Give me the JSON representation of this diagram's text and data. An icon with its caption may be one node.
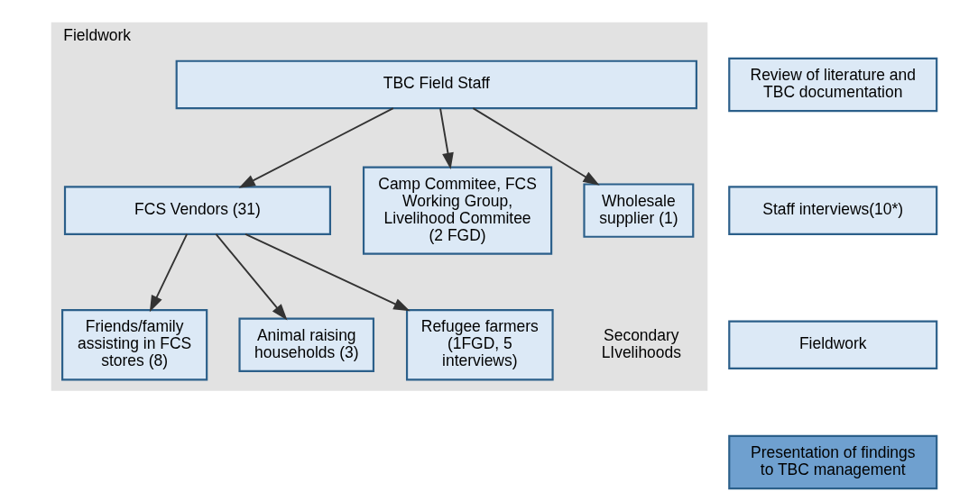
{
  "diagram": {
    "nodes": [
      {
        "text": [
          "Fieldwork"
        ]
      },
      {
        "text": [
          "TBC Field Staff"
        ],
        "in": 0
      },
      {
        "text": [
          "FCS Vendors (31)"
        ],
        "in": 0
      },
      {
        "text": [
          "Camp Commitee, FCS Working Group, Livelihood Commitee (2 FGD)"
        ],
        "in": 0
      },
      {
        "text": [
          "Wholesale supplier (1)"
        ],
        "in": 0
      },
      {
        "text": [
          "Friends/family assisting in FCS stores (8)"
        ],
        "in": 0
      },
      {
        "text": [
          "Animal raising households (3)"
        ],
        "in": 0
      },
      {
        "text": [
          "Refugee farmers (1FGD, 5 interviews)"
        ],
        "in": 0
      },
      {
        "text": [
          "Review of literature and TBC documentation"
        ]
      },
      {
        "text": [
          "Staff interviews(10*)"
        ]
      },
      {
        "text": [
          "Fieldwork"
        ]
      },
      {
        "text": [
          "Presentation of findings to TBC management"
        ]
      }
    ],
    "edges": [
      {
        "from": 1,
        "to": 2,
        "arrow": "to"
      },
      {
        "from": 1,
        "to": 3,
        "arrow": "to"
      },
      {
        "from": 1,
        "to": 4,
        "arrow": "to"
      },
      {
        "from": 2,
        "to": 5,
        "arrow": "to"
      },
      {
        "from": 2,
        "to": 6,
        "arrow": "to"
      },
      {
        "from": 2,
        "to": 7,
        "arrow": "to"
      }
    ],
    "labels": [
      "Secondary LIvelihoods"
    ]
  }
}
